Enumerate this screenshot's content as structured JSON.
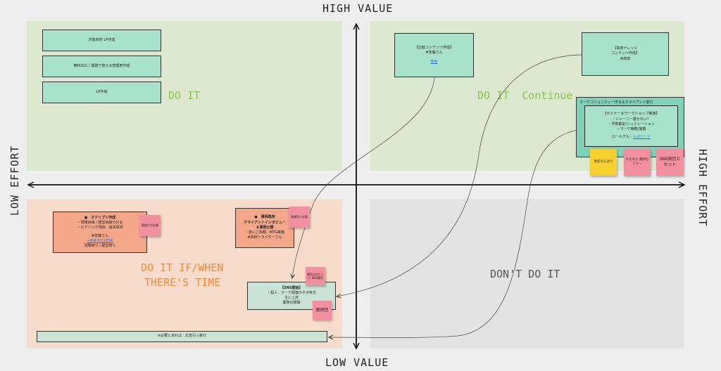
{
  "axes": {
    "top": "HIGH VALUE",
    "bottom": "LOW VALUE",
    "left": "LOW EFFORT",
    "right": "HIGH EFFORT"
  },
  "quadrants": {
    "tl": {
      "label": "DO IT",
      "color": "#dce8cf",
      "label_color": "#8ac34a"
    },
    "tr": {
      "label": "DO IT  Continue",
      "color": "#dce8cf",
      "label_color": "#8ac34a"
    },
    "bl": {
      "label_line1": "DO IT IF/WHEN",
      "label_line2": "THERE'S TIME",
      "color": "#f7dccb",
      "label_color": "#f08a3c"
    },
    "br": {
      "label": "DON'T DO IT",
      "color": "#e3e3e3",
      "label_color": "#555555"
    }
  },
  "tl_cards": [
    "対象商材 LP作成",
    "無料DLC / 業務で使える管理表作成",
    "LP作成"
  ],
  "tr": {
    "competitor_card": {
      "line1": "【比較コンテンツ作成】",
      "line2": "#安藤さん",
      "link": "参考"
    },
    "knowledge_card": {
      "line1": "【高田ナレッジ",
      "line2": "コンテンツ作成】",
      "line3": "#高田"
    },
    "community_frame": {
      "title": "マーケコミュニティー作る＆クライアント巻力"
    },
    "seminar_card": {
      "line1": "【セミナー＆ワークショップ実施】",
      "line2": "・ジャーニー書かない？",
      "line3": "・予算策定/シュミレーション",
      "line4": "・マーケ戦略/施策",
      "role_prefix": "ロールデル：",
      "role_link": "レガシード"
    },
    "stickies": [
      "現実ならあり",
      "やるなら 無料セミナー",
      "SNS発信と セット"
    ]
  },
  "bl": {
    "script_card": {
      "title": "●　スクリプト作成",
      "line2": "・現場目線 / 経営目線分ける",
      "line3": "・ヒアリング項目、訴求事項",
      "line4": "#安藤さん",
      "link": "→参考それLEDK",
      "line6": "現場寄り / 経営寄り"
    },
    "script_sticky": "実践だが必要",
    "case_card": {
      "title1": "●　事例既存",
      "title2": "クライアントインタビュー",
      "title3": "＆事例公開",
      "line4": "・皆にご依頼、MTG実施",
      "line5": "#高田＞ライターさん"
    },
    "case_sticky": "現場寄り必要",
    "sns_card": {
      "line1": "【SNS開始】",
      "line2": "・個人、マーケ関連のネタ呟き",
      "line3": "主に上流",
      "line4": "業務の経験"
    },
    "sns_sticky1": "運用方法として SNS運用",
    "sns_sticky2": "継続性",
    "ad_card": "※必要とあれば　広告引っ掛け"
  },
  "colors": {
    "card_teal": "#a8e2cc",
    "card_teal_light": "#c9e4d6",
    "card_salmon": "#f4a789",
    "sticky_pink": "#f3909f",
    "sticky_yellow": "#f7cf2e",
    "link_blue": "#2b6ad8"
  }
}
